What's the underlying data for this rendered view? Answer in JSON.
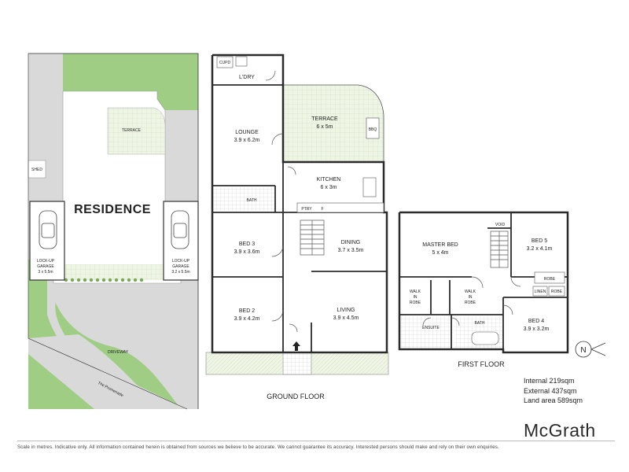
{
  "site": {
    "residence": "RESIDENCE",
    "terrace": "TERRACE",
    "shed": "SHED",
    "garage_left": [
      "LOCK-UP",
      "GARAGE",
      "3 x 5.5m"
    ],
    "garage_right": [
      "LOCK-UP",
      "GARAGE",
      "3.2 x 5.5m"
    ],
    "driveway": "DRIVEWAY",
    "street": "The Promenade"
  },
  "ground_floor": {
    "title": "GROUND FLOOR",
    "cupd": "CUPD",
    "ldry": "L'DRY",
    "lounge": [
      "LOUNGE",
      "3.9 x 6.2m"
    ],
    "terrace": [
      "TERRACE",
      "6 x 5m"
    ],
    "bbq": "BBQ",
    "kitchen": [
      "KITCHEN",
      "6 x 3m"
    ],
    "bath": "BATH",
    "ptry": "PTRY",
    "fridge": "F",
    "bed3": [
      "BED 3",
      "3.9 x 3.6m"
    ],
    "dining": [
      "DINING",
      "3.7 x 3.5m"
    ],
    "bed2": [
      "BED 2",
      "3.9 x 4.2m"
    ],
    "living": [
      "LIVING",
      "3.9 x 4.5m"
    ]
  },
  "first_floor": {
    "title": "FIRST FLOOR",
    "master": [
      "MASTER BED",
      "5 x 4m"
    ],
    "void": "VOID",
    "bed5": [
      "BED 5",
      "3.2 x 4.1m"
    ],
    "robe": "ROBE",
    "linen": "LINEN",
    "robe2": "ROBE",
    "wir1": [
      "WALK",
      "IN",
      "ROBE"
    ],
    "wir2": [
      "WALK",
      "IN",
      "ROBE"
    ],
    "ensuite": "ENSUITE",
    "bath": "BATH",
    "bed4": [
      "BED 4",
      "3.9 x 3.2m"
    ]
  },
  "compass": "N",
  "areas": {
    "internal": "Internal 219sqm",
    "external": "External 437sqm",
    "land": "Land area 589sqm"
  },
  "brand": "McGrath",
  "disclaimer": "Scale in metres. Indicative only. All information contained herein is obtained from sources we believe to be accurate. We cannot guarantee its accuracy. Interested persons should make and rely on their own enquiries.",
  "colors": {
    "lawn": "#9fcd84",
    "paving": "#d8d8d8",
    "terrace_tile": "#eaf3de",
    "wall": "#2b2b2b"
  }
}
